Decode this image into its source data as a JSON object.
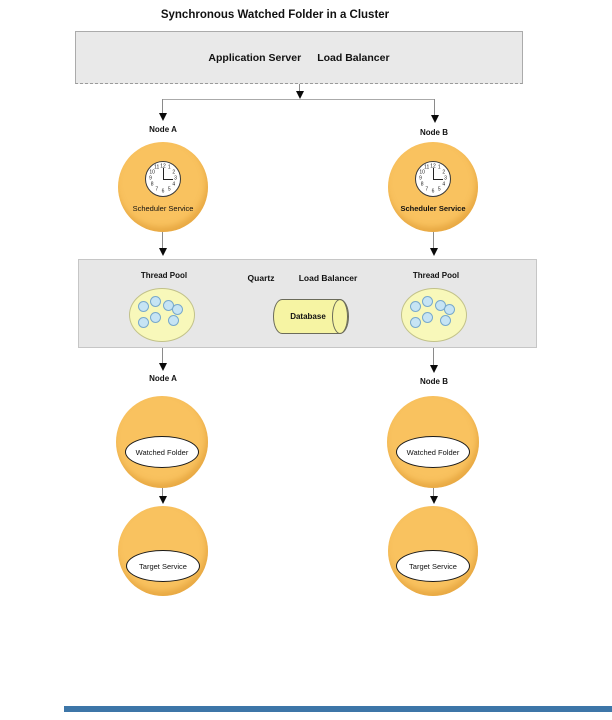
{
  "title": "Synchronous Watched Folder in a Cluster",
  "app_server_box": {
    "application_server": "Application Server",
    "load_balancer": "Load Balancer"
  },
  "nodes": {
    "node_a": "Node A",
    "node_b": "Node B"
  },
  "scheduler": {
    "service_label": "Scheduler Service",
    "clock_numbers": [
      "12",
      "1",
      "2",
      "3",
      "4",
      "5",
      "6",
      "7",
      "8",
      "9",
      "10",
      "11"
    ]
  },
  "middle_band": {
    "thread_pool": "Thread Pool",
    "quartz": "Quartz",
    "load_balancer": "Load Balancer",
    "database": "Database"
  },
  "watched_folder_label": "Watched Folder",
  "target_service_label": "Target Service",
  "colors": {
    "node_fill": "#F9C25F",
    "band_fill": "#E7E7E7",
    "box_fill": "#E9E9E9",
    "pool_fill": "#F8F8BA",
    "dot_fill": "#C6E4F4",
    "database_fill": "#F6F4A3",
    "footer_bar": "#3D76A8"
  }
}
